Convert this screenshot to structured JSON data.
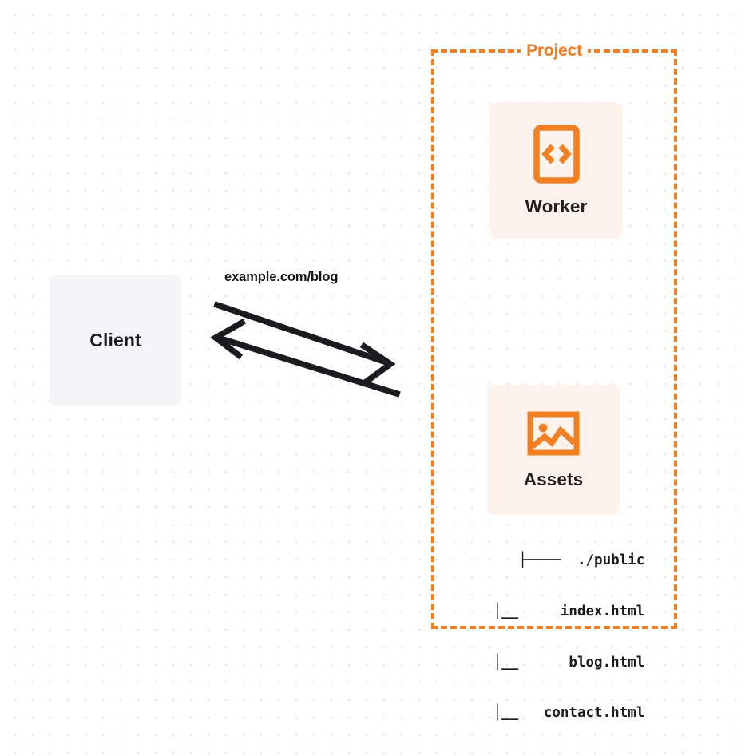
{
  "diagram": {
    "type": "architecture-flow",
    "background": {
      "color": "#ffffff",
      "dot_color": "#e9e9ec",
      "pattern": "dot-grid"
    },
    "colors": {
      "accent_orange": "#f28023",
      "title_orange": "#ec7a20",
      "card_bg": "#fdf3ec",
      "client_bg": "#f4f5f7",
      "text_dark": "#1d1d1f",
      "arrow": "#1b1b1f"
    }
  },
  "client": {
    "label": "Client"
  },
  "connection": {
    "url_label": "example.com/blog",
    "request_direction": "client-to-project",
    "response_direction": "project-to-client"
  },
  "project": {
    "title": "Project",
    "border_style": "dashed",
    "nodes": [
      {
        "id": "worker",
        "label": "Worker",
        "icon": "code-brackets-icon"
      },
      {
        "id": "assets",
        "label": "Assets",
        "icon": "image-picture-icon"
      }
    ]
  },
  "file_tree": {
    "rows": [
      {
        "connector": "├────",
        "name": "./public"
      },
      {
        "connector": "│__",
        "name": "index.html"
      },
      {
        "connector": "│__",
        "name": "blog.html"
      },
      {
        "connector": "│__",
        "name": "contact.html"
      }
    ],
    "lines": [
      "├────  ./public",
      "   │__     index.html",
      "   │__      blog.html",
      "   │__   contact.html"
    ]
  }
}
